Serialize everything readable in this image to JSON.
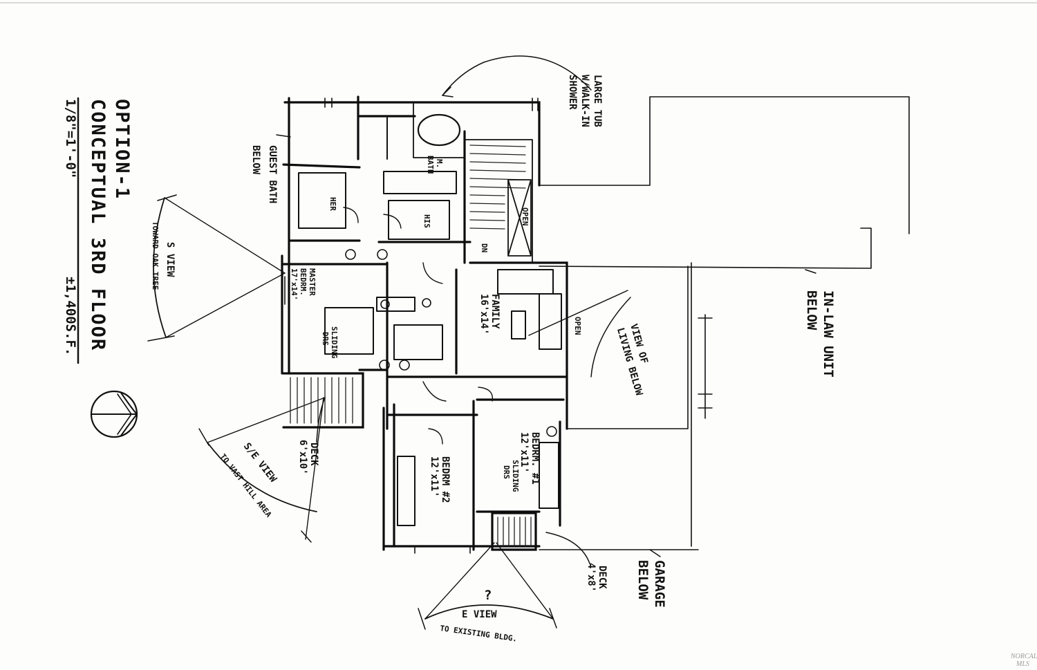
{
  "title_block": {
    "option": "OPTION-1",
    "conceptual": "CONCEPTUAL 3RD FLOOR",
    "scale": "1/8\"=1'-0\"",
    "area": "±1,400S.F."
  },
  "annotations": {
    "large_tub": [
      "LARGE TUB",
      "W/WALK-IN",
      "SHOWER"
    ],
    "guest_bath": [
      "GUEST BATH",
      "BELOW"
    ],
    "in_law": [
      "IN-LAW UNIT",
      "BELOW"
    ],
    "garage": [
      "GARAGE",
      "BELOW"
    ],
    "view_living": [
      "VIEW OF",
      "LIVING BELOW"
    ],
    "s_view": "S VIEW",
    "s_view_sub": "TOWARD OAK TREE",
    "se_view": "S/E VIEW",
    "se_view_sub": "TO VAST HILL AREA",
    "e_view": "E VIEW",
    "e_view_sub": "TO EXISTING BLDG.",
    "question": "?"
  },
  "rooms": {
    "m_bath": [
      "M.",
      "BATH"
    ],
    "her": "HER",
    "his": "HIS",
    "open_upper": "OPEN",
    "dn": "DN",
    "master": [
      "MASTER",
      "BEDRM.",
      "17'x14'"
    ],
    "family": [
      "FAMILY",
      "16'x14'"
    ],
    "open_lower": "OPEN",
    "sliding_1": [
      "SLIDING",
      "DRS"
    ],
    "bedrm1": [
      "BEDRM. #1",
      "12'x11'"
    ],
    "sliding_2": [
      "SLIDING",
      "DRS"
    ],
    "bedrm2": [
      "BEDRM #2",
      "12'x11'"
    ],
    "deck_1": [
      "DECK",
      "6'x10'"
    ],
    "deck_2": [
      "DECK",
      "4'x8'"
    ]
  },
  "watermark": [
    "NORCAL",
    "MLS"
  ]
}
